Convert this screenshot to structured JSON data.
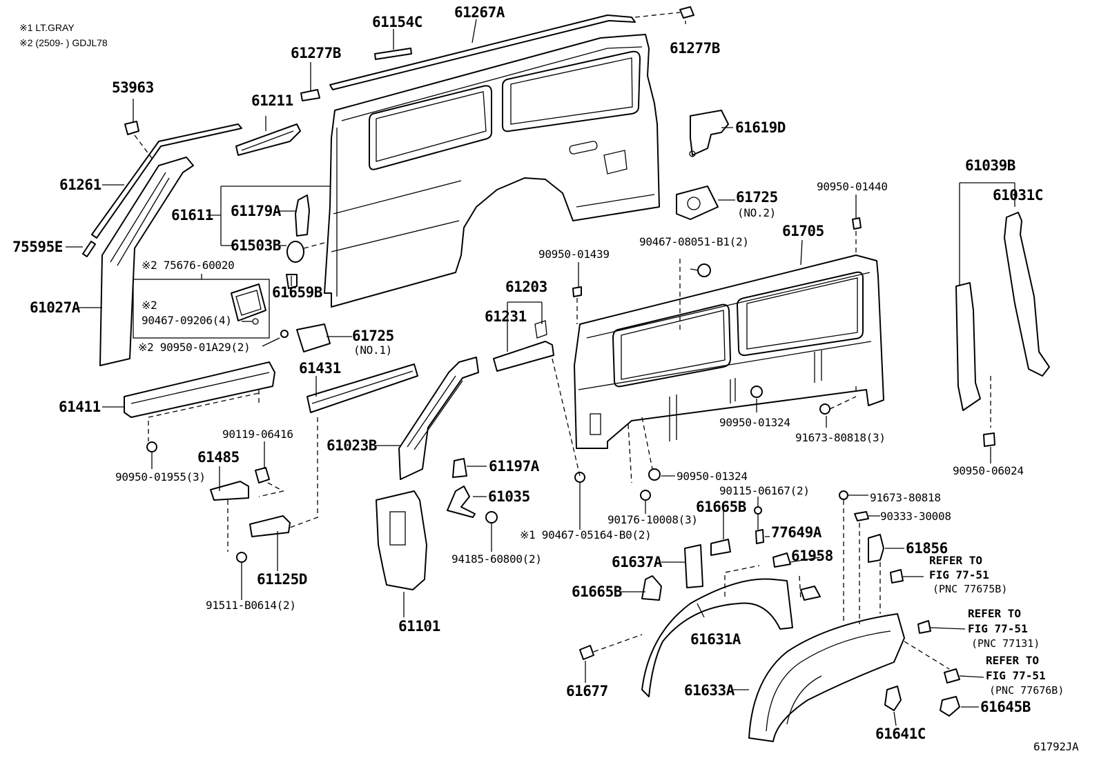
{
  "notes": {
    "n1": "※1 LT.GRAY",
    "n2": "※2 (2509-        ) GDJL78"
  },
  "figure_id": "61792JA",
  "parts": {
    "p61154C": "61154C",
    "p61267A": "61267A",
    "p61277B_r": "61277B",
    "p61277B_l": "61277B",
    "p53963": "53963",
    "p61211": "61211",
    "p61619D": "61619D",
    "p61261": "61261",
    "p61039B": "61039B",
    "p61031C": "61031C",
    "p61611": "61611",
    "p61179A": "61179A",
    "p61725_r": "61725",
    "p61725_r_note": "(NO.2)",
    "p90950_01440": "90950-01440",
    "p61705": "61705",
    "p75595E": "75595E",
    "p61503B": "61503B",
    "p90950_01439": "90950-01439",
    "p90467_08051": "90467-08051-B1(2)",
    "p75676": "※2 75676-60020",
    "p61203": "61203",
    "p61027A": "61027A",
    "p61659B": "61659B",
    "p90467_09206_mark": "※2",
    "p90467_09206": "90467-09206(4)",
    "p61231": "61231",
    "p61725_l": "61725",
    "p61725_l_note": "(NO.1)",
    "p90950_01A29": "※2 90950-01A29(2)",
    "p61431": "61431",
    "p61411": "61411",
    "p90950_01324_a": "90950-01324",
    "p91673_80818_3": "91673-80818(3)",
    "p90119": "90119-06416",
    "p61023B": "61023B",
    "p61485": "61485",
    "p90950_06024": "90950-06024",
    "p90950_01955": "90950-01955(3)",
    "p61197A": "61197A",
    "p90950_01324_b": "90950-01324",
    "p90115": "90115-06167(2)",
    "p91673_80818": "91673-80818",
    "p61035": "61035",
    "p61665B_a": "61665B",
    "p90176": "90176-10008(3)",
    "p90333": "90333-30008",
    "p90467_05164": "※1 90467-05164-B0(2)",
    "p77649A": "77649A",
    "p61125D": "61125D",
    "p94185": "94185-60800(2)",
    "p61958": "61958",
    "p61856": "61856",
    "p61637A": "61637A",
    "p61665B_b": "61665B",
    "p91511": "91511-B0614(2)",
    "p61101": "61101",
    "p61631A": "61631A",
    "p61677": "61677",
    "p61633A": "61633A",
    "p61645B": "61645B",
    "p61641C": "61641C"
  },
  "refs": [
    {
      "l1": "REFER TO",
      "l2": "FIG 77-51",
      "l3": "(PNC 77675B)"
    },
    {
      "l1": "REFER TO",
      "l2": "FIG 77-51",
      "l3": "(PNC 77131)"
    },
    {
      "l1": "REFER TO",
      "l2": "FIG 77-51",
      "l3": "(PNC 77676B)"
    }
  ]
}
